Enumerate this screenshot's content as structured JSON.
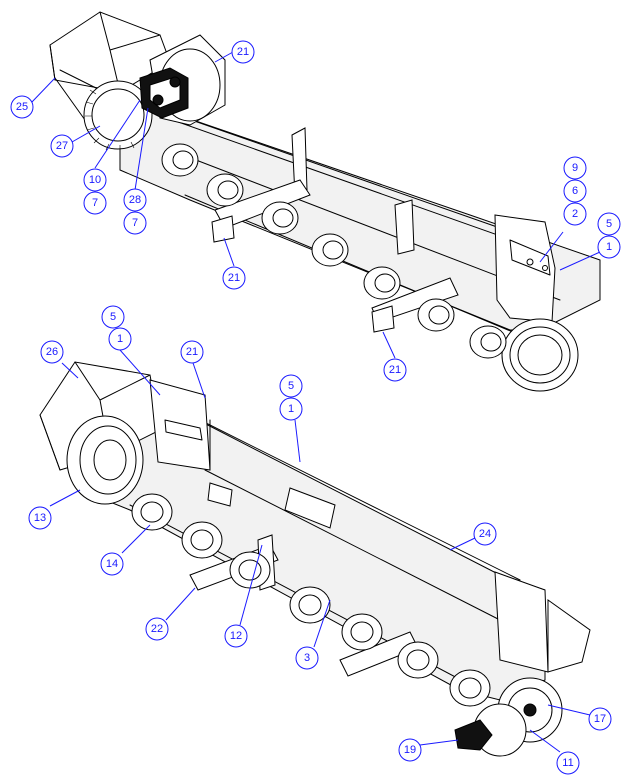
{
  "colors": {
    "balloon": "#1a1aff",
    "line": "#000000"
  },
  "balloons": [
    {
      "id": "b25",
      "label": "25"
    },
    {
      "id": "b21a",
      "label": "21"
    },
    {
      "id": "b27",
      "label": "27"
    },
    {
      "id": "b10",
      "label": "10"
    },
    {
      "id": "b7a",
      "label": "7"
    },
    {
      "id": "b28",
      "label": "28"
    },
    {
      "id": "b7b",
      "label": "7"
    },
    {
      "id": "b21b",
      "label": "21"
    },
    {
      "id": "b9",
      "label": "9"
    },
    {
      "id": "b6",
      "label": "6"
    },
    {
      "id": "b2",
      "label": "2"
    },
    {
      "id": "b5a",
      "label": "5"
    },
    {
      "id": "b1a",
      "label": "1"
    },
    {
      "id": "b21c",
      "label": "21"
    },
    {
      "id": "b5b",
      "label": "5"
    },
    {
      "id": "b1b",
      "label": "1"
    },
    {
      "id": "b26",
      "label": "26"
    },
    {
      "id": "b21d",
      "label": "21"
    },
    {
      "id": "b5c",
      "label": "5"
    },
    {
      "id": "b1c",
      "label": "1"
    },
    {
      "id": "b13",
      "label": "13"
    },
    {
      "id": "b24",
      "label": "24"
    },
    {
      "id": "b14",
      "label": "14"
    },
    {
      "id": "b22",
      "label": "22"
    },
    {
      "id": "b12",
      "label": "12"
    },
    {
      "id": "b3",
      "label": "3"
    },
    {
      "id": "b17",
      "label": "17"
    },
    {
      "id": "b19",
      "label": "19"
    },
    {
      "id": "b11",
      "label": "11"
    }
  ]
}
